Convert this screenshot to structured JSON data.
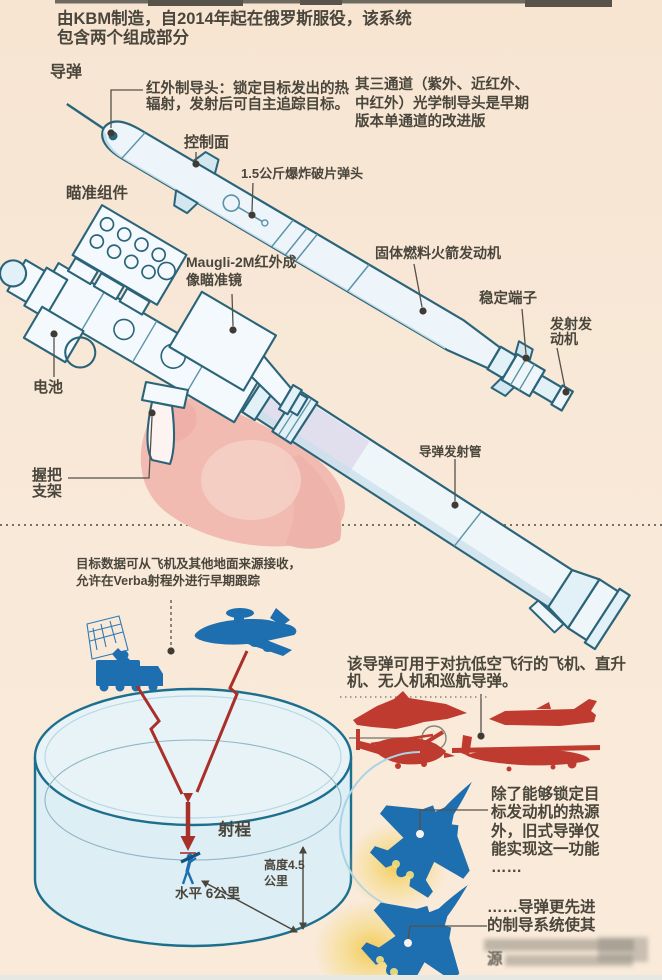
{
  "colors": {
    "background": "#f8e7d6",
    "lineart_teal": "#2b6479",
    "silhouette_blue": "#1e6fb0",
    "accent_red": "#b03228",
    "hand_pink": "#f1bbb2",
    "heat_glow_yellow": "#f3c84f",
    "cylinder_outline": "#1d6f8e",
    "text": "#4a463c"
  },
  "header": {
    "text": "由KBM制造，自2014年起在俄罗斯服役，该系统\n包含两个组成部分"
  },
  "missile_diagram": {
    "section_label": "导弹",
    "labels": {
      "seeker": "红外制导头：锁定目标发出的热\n辐射，发射后可自主追踪目标。",
      "three_channel_note": "其三通道（紫外、近红外、\n中红外）光学制导头是早期\n版本单通道的改进版",
      "control_surface": "控制面",
      "warhead": "1.5公斤爆炸破片弹头",
      "aiming_assembly": "瞄准组件",
      "imaging_sight": "Maugli-2M红外成\n像瞄准镜",
      "rocket_motor": "固体燃料火箭发动机",
      "stabilizer": "稳定端子",
      "launch_motor": "发射发\n动机",
      "battery": "电池",
      "grip_stock": "握把\n支架",
      "launch_tube": "导弹发射管"
    }
  },
  "range_diagram": {
    "target_data_note": "目标数据可从飞机及其他地面来源接收，\n允许在Verba射程外进行早期跟踪",
    "range_label": "射程",
    "horizontal_range": "水平 6公里",
    "altitude_range": "高度4.5\n公里"
  },
  "targets": {
    "usage_note": "该导弹可用于对抗低空飞行的飞机、直升\n机、无人机和巡航导弹。",
    "old_seeker_note": "除了能够锁定目\n标发动机的热源\n外，旧式导弹仅\n能实现这一功能\n……",
    "advanced_seeker_note": "……导弹更先进\n的制导系统使其",
    "censored_visible_char": "源"
  },
  "illustrations": [
    "missile",
    "launch-tube",
    "aiming-unit",
    "hand",
    "radar-truck",
    "awacs-aircraft",
    "range-cylinder",
    "soldier",
    "fighter-jet",
    "helicopter",
    "cruise-missile",
    "drone",
    "blue-jet-with-heat-glow",
    "blue-jet-advanced"
  ]
}
